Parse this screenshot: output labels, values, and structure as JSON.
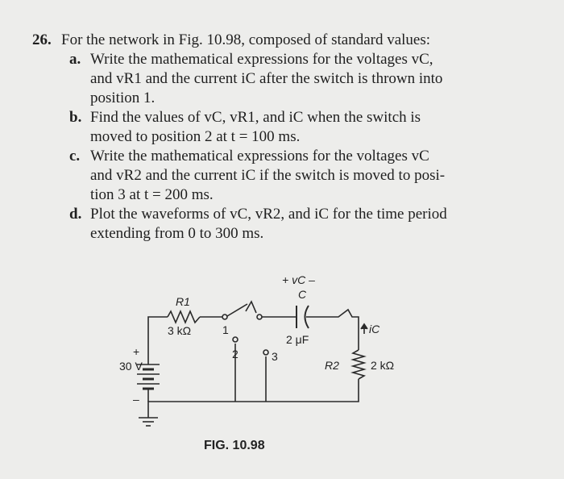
{
  "problem": {
    "number": "26.",
    "intro": "For the network in Fig. 10.98, composed of standard values:",
    "parts": [
      {
        "letter": "a.",
        "l1": "Write the mathematical expressions for the voltages vC,",
        "l2": "and vR1 and the current iC after the switch is thrown into",
        "l3": "position 1."
      },
      {
        "letter": "b.",
        "l1": "Find the values of vC, vR1, and iC when the switch is",
        "l2": "moved to position 2 at t = 100 ms.",
        "l3": ""
      },
      {
        "letter": "c.",
        "l1": "Write the mathematical expressions for the voltages vC",
        "l2": "and vR2 and the current iC if the switch is moved to posi-",
        "l3": "tion 3 at t = 200 ms."
      },
      {
        "letter": "d.",
        "l1": "Plot the waveforms of vC, vR2, and iC for the time period",
        "l2": "extending from 0 to 300 ms.",
        "l3": ""
      }
    ]
  },
  "circuit": {
    "source_label": "30 V",
    "source_plus": "+",
    "source_minus": "–",
    "r1_name": "R1",
    "r1_value": "3 kΩ",
    "switch_pos1": "1",
    "switch_pos2": "2",
    "switch_pos3": "3",
    "cap_polarity": "+ vC –",
    "cap_name": "C",
    "cap_value": "2 μF",
    "ic_label": "iC",
    "r2_name": "R2",
    "r2_value": "2 kΩ"
  },
  "figure_caption": "FIG. 10.98"
}
